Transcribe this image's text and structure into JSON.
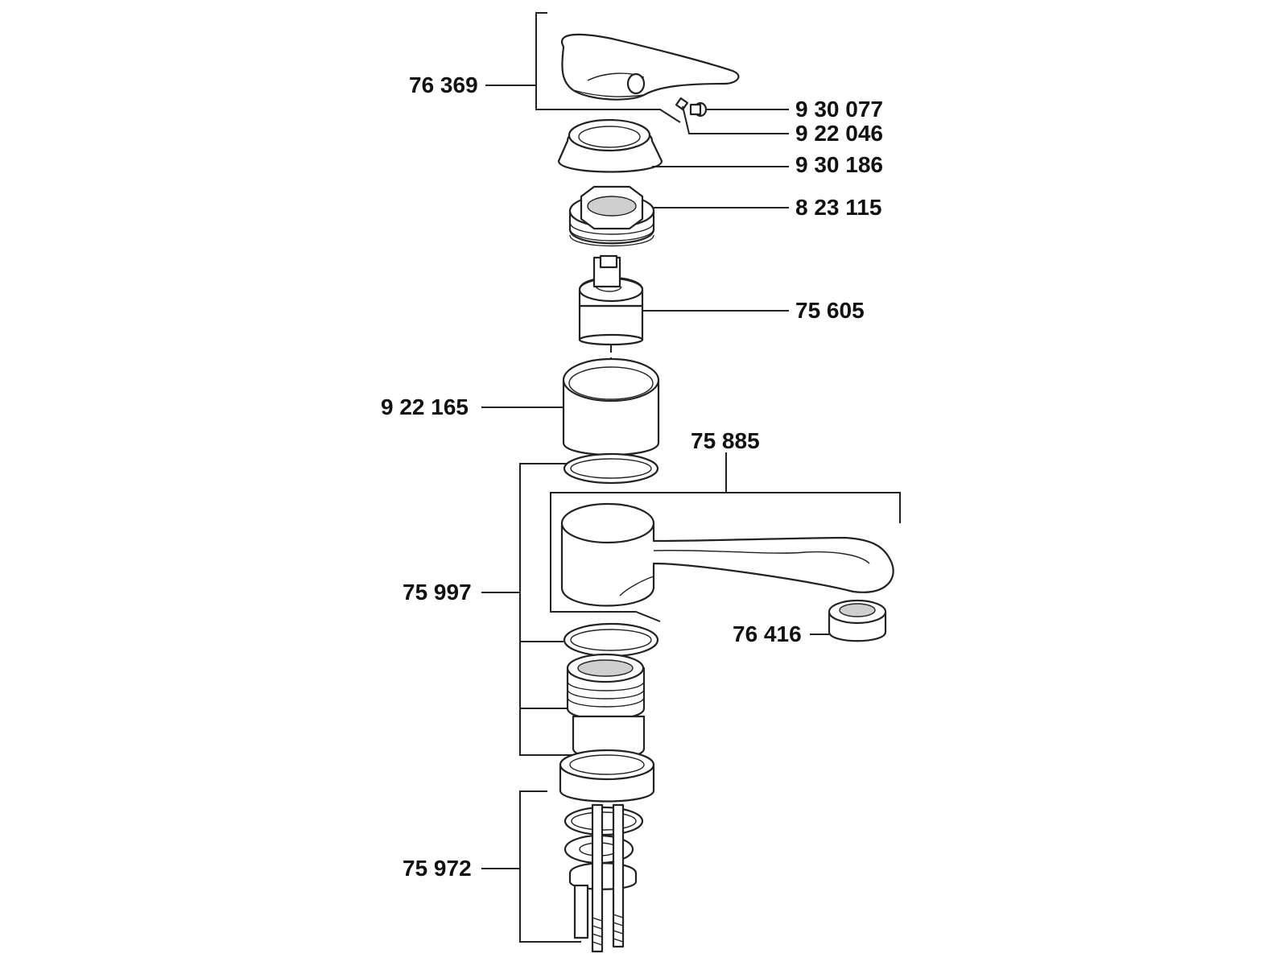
{
  "diagram": {
    "parts": [
      {
        "id": "handle",
        "number": "76 369"
      },
      {
        "id": "screw",
        "number": "9 30 077"
      },
      {
        "id": "cap-plug",
        "number": "9 22 046"
      },
      {
        "id": "cover-ring",
        "number": "9 30 186"
      },
      {
        "id": "nut",
        "number": "8 23 115"
      },
      {
        "id": "cartridge",
        "number": "75 605"
      },
      {
        "id": "sleeve",
        "number": "9 22 165"
      },
      {
        "id": "spout",
        "number": "75 885"
      },
      {
        "id": "aerator",
        "number": "76 416"
      },
      {
        "id": "seal-set",
        "number": "75 997"
      },
      {
        "id": "mounting-kit",
        "number": "75 972"
      }
    ]
  }
}
